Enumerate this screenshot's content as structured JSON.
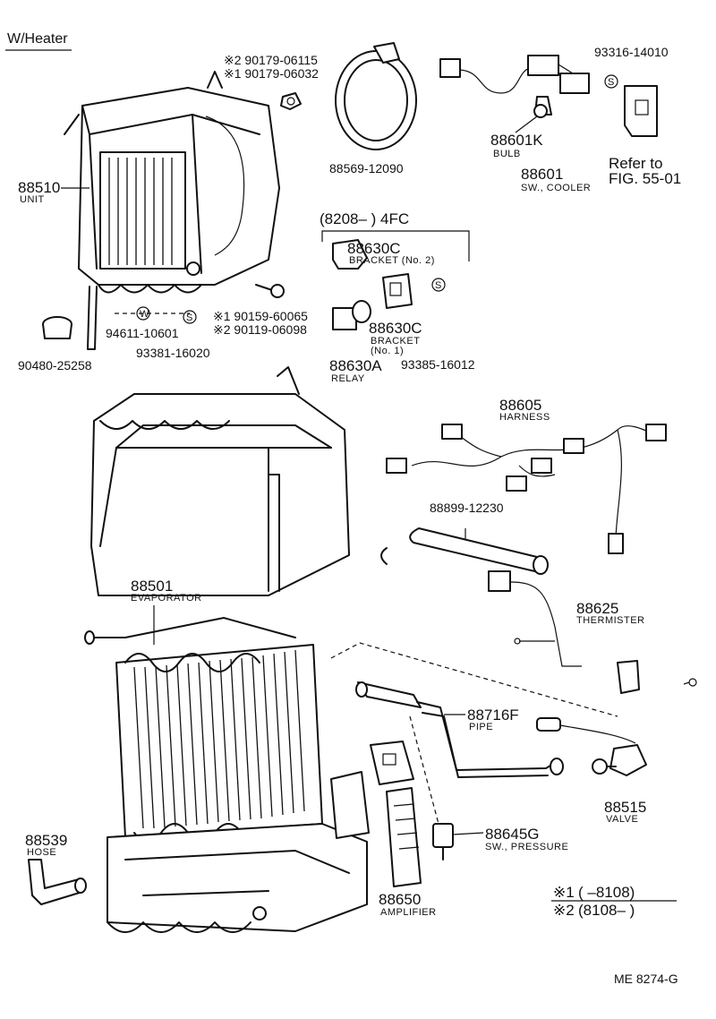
{
  "header": {
    "title": "W/Heater"
  },
  "footer": {
    "code": "ME  8274-G"
  },
  "range_header": {
    "text": "(8208–        ) 4FC"
  },
  "legend": {
    "r1_mark": "※1",
    "r1_range": "(        –8108)",
    "r2_mark": "※2",
    "r2_range": "(8108–        )"
  },
  "parts": {
    "p90179_06115": "※2 90179-06115",
    "p90179_06032": "※1 90179-06032",
    "p88569": "88569-12090",
    "p93316": "93316-14010",
    "p88601k": "88601K",
    "p88601k_sub": "BULB",
    "p88601": "88601",
    "p88601_sub": "SW., COOLER",
    "refer1": "Refer to",
    "refer2": "FIG. 55-01",
    "p88510": "88510",
    "p88510_sub": "UNIT",
    "p88630c_2": "88630C",
    "p88630c_2_sub": "BRACKET (No. 2)",
    "p88630c_1": "88630C",
    "p88630c_1_sub": "BRACKET",
    "p88630c_1_sub2": "(No. 1)",
    "p88630a": "88630A",
    "p88630a_sub": "RELAY",
    "p93385": "93385-16012",
    "p94611": "94611-10601",
    "p90159": "※1 90159-60065",
    "p90119": "※2 90119-06098",
    "p93381": "93381-16020",
    "p90480": "90480-25258",
    "p88605": "88605",
    "p88605_sub": "HARNESS",
    "p88899": "88899-12230",
    "p88501": "88501",
    "p88501_sub": "EVAPORATOR",
    "p88625": "88625",
    "p88625_sub": "THERMISTER",
    "p88716f": "88716F",
    "p88716f_sub": "PIPE",
    "p88515": "88515",
    "p88515_sub": "VALVE",
    "p88539": "88539",
    "p88539_sub": "HOSE",
    "p88645g": "88645G",
    "p88645g_sub": "SW., PRESSURE",
    "p88650": "88650",
    "p88650_sub": "AMPLIFIER"
  },
  "marks": {
    "s_mark": "S",
    "w_mark": "W"
  }
}
